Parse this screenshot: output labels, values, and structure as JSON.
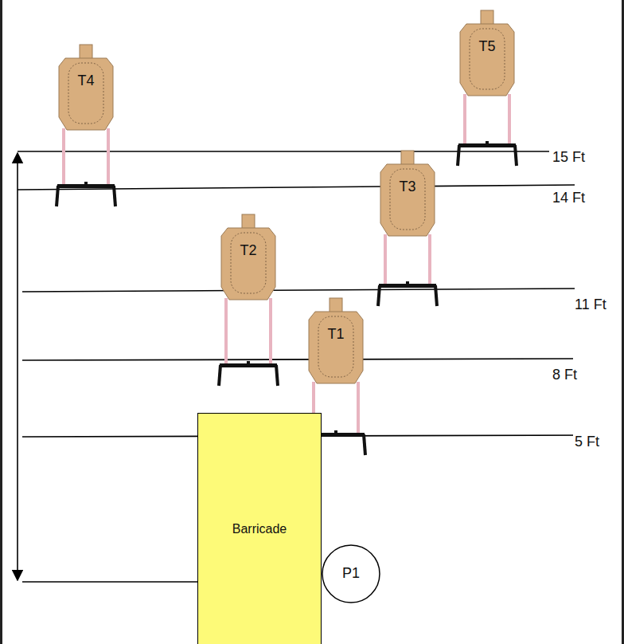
{
  "diagram": {
    "nodes": [
      {
        "text": [
          "T5"
        ]
      },
      {
        "text": [
          "T4"
        ]
      },
      {
        "text": [
          "T3"
        ]
      },
      {
        "text": [
          "T2"
        ]
      },
      {
        "text": [
          "T1"
        ]
      },
      {
        "text": [
          "Barricade"
        ]
      },
      {
        "text": [
          "P1"
        ]
      }
    ],
    "labels": [
      "15 Ft",
      "14 Ft",
      "11 Ft",
      "8 Ft",
      "5 Ft"
    ]
  }
}
